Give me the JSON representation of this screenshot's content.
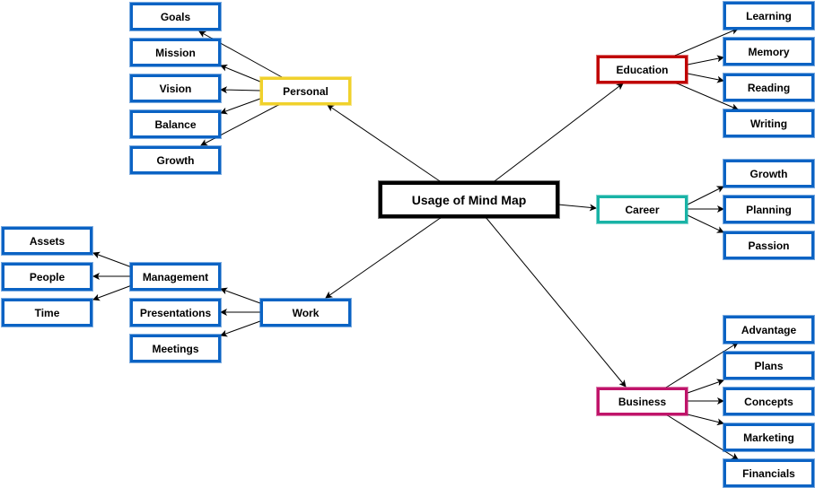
{
  "colors": {
    "central": "#000000",
    "personal": "#f0d12c",
    "education": "#c00000",
    "career": "#19b3a6",
    "work": "#0b63c4",
    "business": "#c0146a",
    "leaf": "#0b63c4"
  },
  "central": {
    "label": "Usage of Mind Map"
  },
  "branches": {
    "personal": {
      "label": "Personal",
      "children": [
        "Goals",
        "Mission",
        "Vision",
        "Balance",
        "Growth"
      ]
    },
    "education": {
      "label": "Education",
      "children": [
        "Learning",
        "Memory",
        "Reading",
        "Writing"
      ]
    },
    "career": {
      "label": "Career",
      "children": [
        "Growth",
        "Planning",
        "Passion"
      ]
    },
    "work": {
      "label": "Work",
      "children": [
        "Management",
        "Presentations",
        "Meetings"
      ]
    },
    "management": {
      "children": [
        "Assets",
        "People",
        "Time"
      ]
    },
    "business": {
      "label": "Business",
      "children": [
        "Advantage",
        "Plans",
        "Concepts",
        "Marketing",
        "Financials"
      ]
    }
  }
}
